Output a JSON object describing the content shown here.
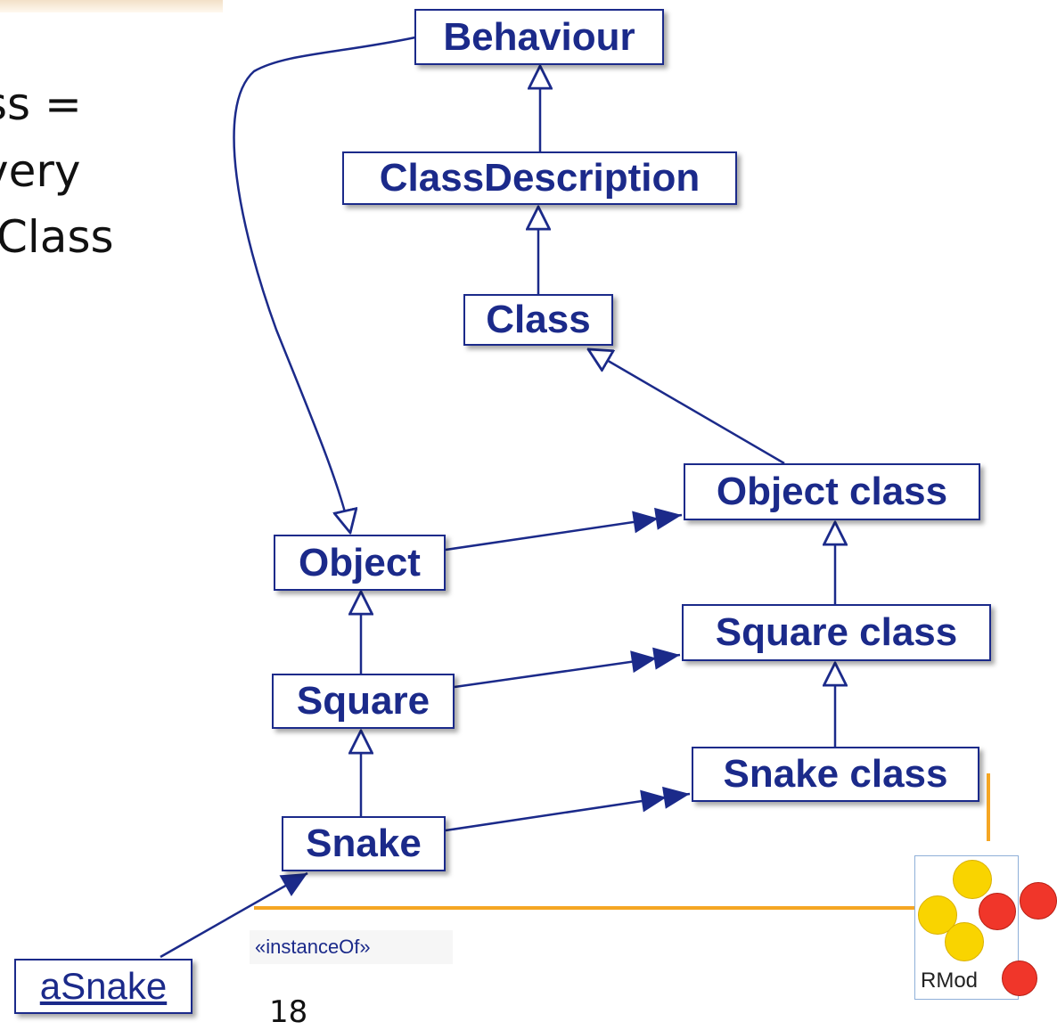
{
  "slide": {
    "text_lines": [
      "ss =",
      "very",
      "Class"
    ],
    "page_number": "18",
    "logo_text": "RMod"
  },
  "diagram": {
    "nodes": {
      "behaviour": "Behaviour",
      "class_description": "ClassDescription",
      "class": "Class",
      "object_class": "Object class",
      "object": "Object",
      "square_class": "Square class",
      "square": "Square",
      "snake_class": "Snake class",
      "snake": "Snake",
      "a_snake": "aSnake"
    },
    "instance_of_label": "«instanceOf»",
    "colors": {
      "box_stroke": "#1b2a8a",
      "arrow": "#1b2a8a",
      "accent_line": "#f5a623",
      "logo_yellow": "#f9d400",
      "logo_red": "#f0362a"
    },
    "edges": [
      {
        "from": "class_description",
        "to": "behaviour",
        "kind": "inheritance"
      },
      {
        "from": "class",
        "to": "class_description",
        "kind": "inheritance"
      },
      {
        "from": "object_class",
        "to": "class",
        "kind": "inheritance"
      },
      {
        "from": "behaviour",
        "to": "object",
        "kind": "inheritance"
      },
      {
        "from": "square",
        "to": "object",
        "kind": "inheritance"
      },
      {
        "from": "snake",
        "to": "square",
        "kind": "inheritance"
      },
      {
        "from": "square_class",
        "to": "object_class",
        "kind": "inheritance"
      },
      {
        "from": "snake_class",
        "to": "square_class",
        "kind": "inheritance"
      },
      {
        "from": "object",
        "to": "object_class",
        "kind": "metaclass"
      },
      {
        "from": "square",
        "to": "square_class",
        "kind": "metaclass"
      },
      {
        "from": "snake",
        "to": "snake_class",
        "kind": "metaclass"
      },
      {
        "from": "a_snake",
        "to": "snake",
        "kind": "instance"
      }
    ]
  }
}
